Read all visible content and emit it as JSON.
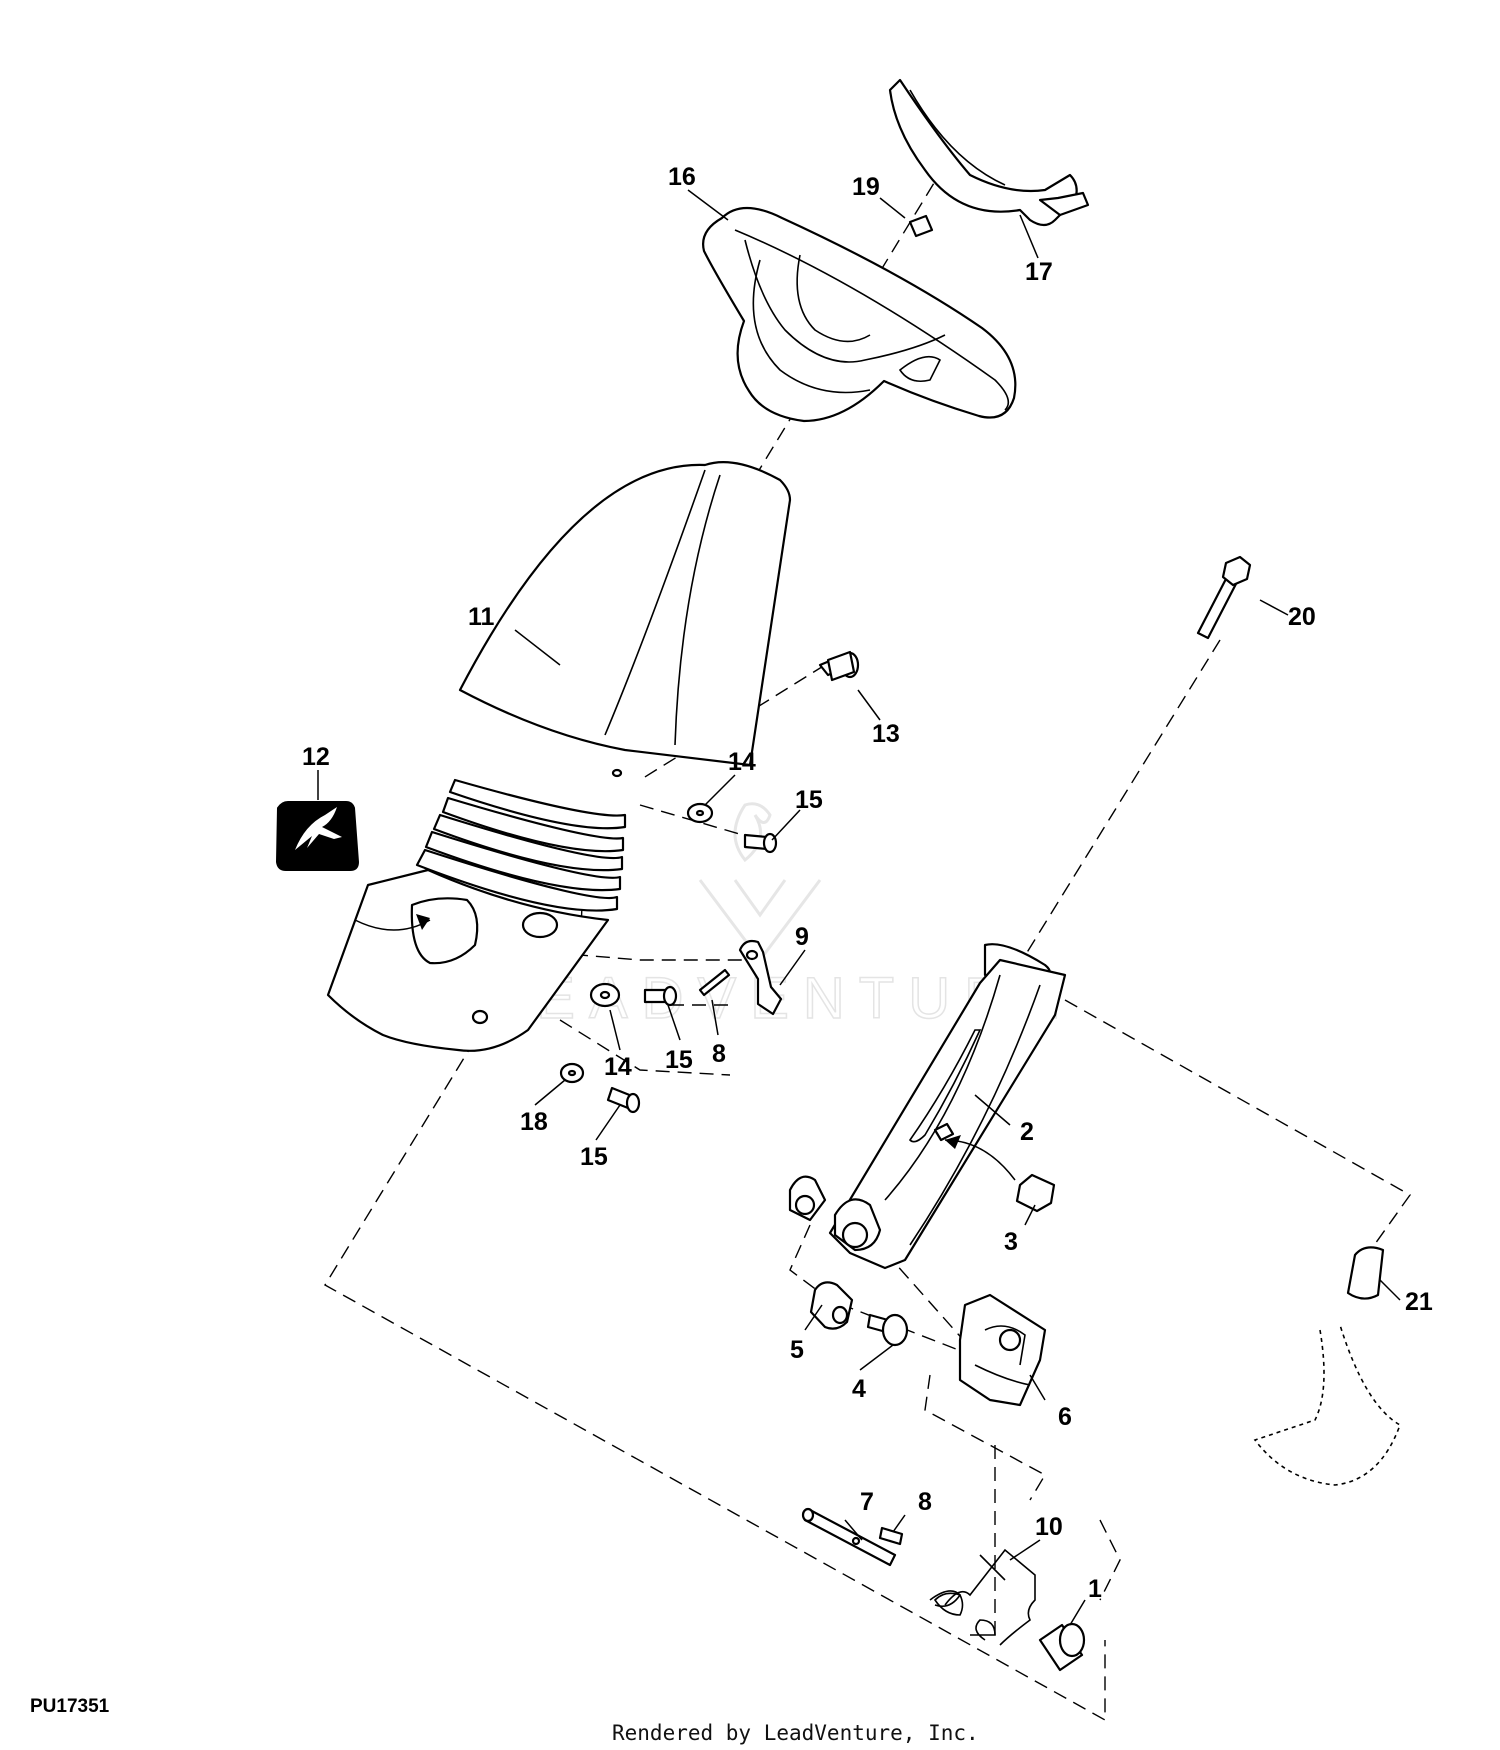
{
  "diagram": {
    "drawing_code": "PU17351",
    "credit": "Rendered by LeadVenture, Inc.",
    "watermark": "LEADVENTURE",
    "callouts": [
      {
        "id": "c16",
        "text": "16"
      },
      {
        "id": "c19",
        "text": "19"
      },
      {
        "id": "c17",
        "text": "17"
      },
      {
        "id": "c11",
        "text": "11"
      },
      {
        "id": "c20",
        "text": "20"
      },
      {
        "id": "c13",
        "text": "13"
      },
      {
        "id": "c12",
        "text": "12"
      },
      {
        "id": "c14a",
        "text": "14"
      },
      {
        "id": "c15a",
        "text": "15"
      },
      {
        "id": "c9",
        "text": "9"
      },
      {
        "id": "c14b",
        "text": "14"
      },
      {
        "id": "c15b",
        "text": "15"
      },
      {
        "id": "c8a",
        "text": "8"
      },
      {
        "id": "c18",
        "text": "18"
      },
      {
        "id": "c15c",
        "text": "15"
      },
      {
        "id": "c2",
        "text": "2"
      },
      {
        "id": "c3",
        "text": "3"
      },
      {
        "id": "c21",
        "text": "21"
      },
      {
        "id": "c5",
        "text": "5"
      },
      {
        "id": "c4",
        "text": "4"
      },
      {
        "id": "c6",
        "text": "6"
      },
      {
        "id": "c7",
        "text": "7"
      },
      {
        "id": "c8b",
        "text": "8"
      },
      {
        "id": "c10",
        "text": "10"
      },
      {
        "id": "c1",
        "text": "1"
      }
    ]
  }
}
